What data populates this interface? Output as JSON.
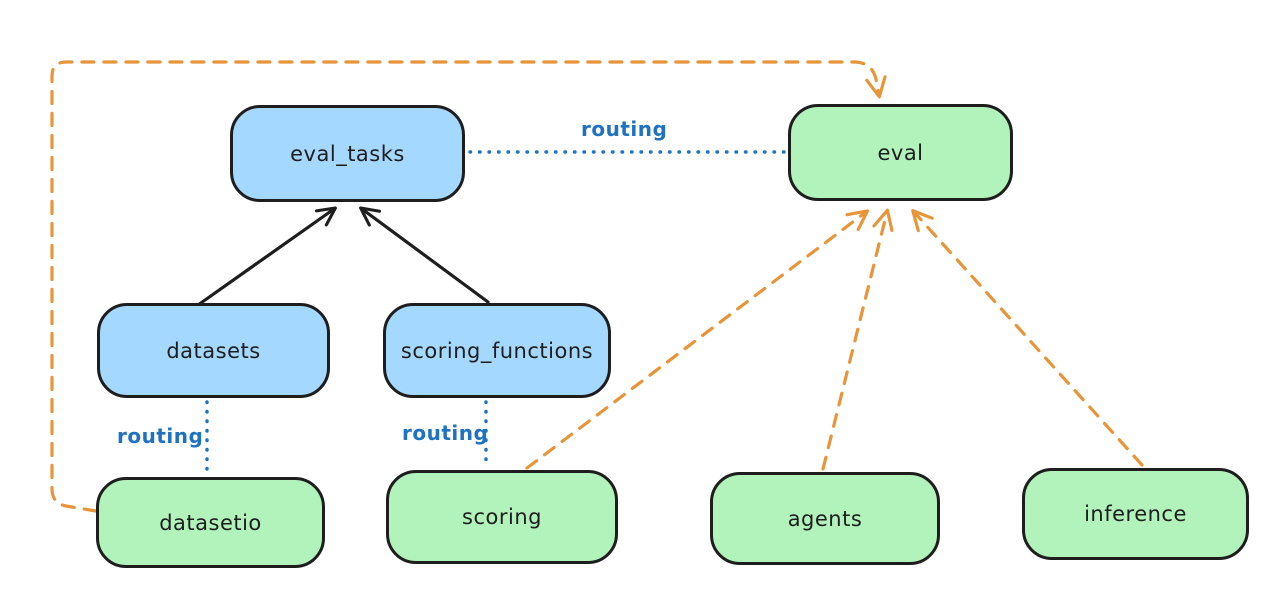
{
  "diagram": {
    "background": "#ffffff",
    "nodes": [
      {
        "id": "eval_tasks",
        "label": "eval_tasks",
        "color": "blue"
      },
      {
        "id": "eval",
        "label": "eval",
        "color": "green"
      },
      {
        "id": "datasets",
        "label": "datasets",
        "color": "blue"
      },
      {
        "id": "scoring_functions",
        "label": "scoring_functions",
        "color": "blue"
      },
      {
        "id": "datasetio",
        "label": "datasetio",
        "color": "green"
      },
      {
        "id": "scoring",
        "label": "scoring",
        "color": "green"
      },
      {
        "id": "agents",
        "label": "agents",
        "color": "green"
      },
      {
        "id": "inference",
        "label": "inference",
        "color": "green"
      }
    ],
    "edges": [
      {
        "from": "datasets",
        "to": "eval_tasks",
        "style": "solid",
        "color": "black",
        "arrowhead": "end"
      },
      {
        "from": "scoring_functions",
        "to": "eval_tasks",
        "style": "solid",
        "color": "black",
        "arrowhead": "end"
      },
      {
        "from": "eval_tasks",
        "to": "eval",
        "style": "dotted",
        "color": "blue",
        "label": "routing",
        "arrowhead": "none"
      },
      {
        "from": "datasets",
        "to": "datasetio",
        "style": "dotted",
        "color": "blue",
        "label": "routing",
        "arrowhead": "none"
      },
      {
        "from": "scoring_functions",
        "to": "scoring",
        "style": "dotted",
        "color": "blue",
        "label": "routing",
        "arrowhead": "none"
      },
      {
        "from": "scoring",
        "to": "eval",
        "style": "dashed",
        "color": "orange",
        "arrowhead": "end"
      },
      {
        "from": "agents",
        "to": "eval",
        "style": "dashed",
        "color": "orange",
        "arrowhead": "end"
      },
      {
        "from": "inference",
        "to": "eval",
        "style": "dashed",
        "color": "orange",
        "arrowhead": "end"
      },
      {
        "from": "datasetio",
        "to": "eval",
        "style": "dashed",
        "color": "orange",
        "arrowhead": "end",
        "route": "left-and-top"
      }
    ],
    "colors": {
      "blue_node_fill": "#a5d8ff",
      "green_node_fill": "#b2f2bb",
      "node_stroke": "#1e1e1e",
      "routing_blue": "#1f72c1",
      "arrow_orange": "#e8953a",
      "arrow_black": "#1e1e1e"
    }
  }
}
